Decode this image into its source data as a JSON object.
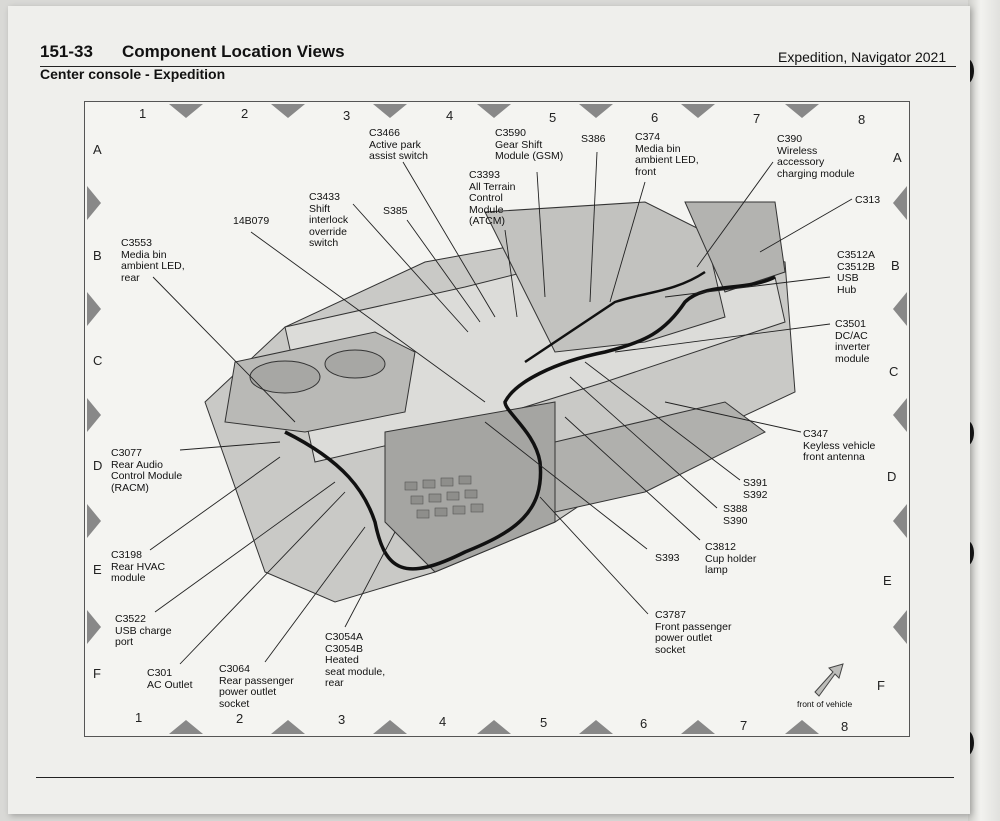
{
  "header": {
    "section_number": "151-33",
    "section_title": "Component Location Views",
    "vehicle": "Expedition, Navigator 2021",
    "subtitle": "Center console - Expedition"
  },
  "grid": {
    "columns": [
      "1",
      "2",
      "3",
      "4",
      "5",
      "6",
      "7",
      "8"
    ],
    "rows": [
      "A",
      "B",
      "C",
      "D",
      "E",
      "F"
    ]
  },
  "callouts": [
    {
      "id": "c3466",
      "lines": [
        "C3466",
        "Active park",
        "assist switch"
      ]
    },
    {
      "id": "c3590",
      "lines": [
        "C3590",
        "Gear Shift",
        "Module (GSM)"
      ]
    },
    {
      "id": "s386",
      "lines": [
        "S386"
      ]
    },
    {
      "id": "c374",
      "lines": [
        "C374",
        "Media bin",
        "ambient LED,",
        "front"
      ]
    },
    {
      "id": "c390",
      "lines": [
        "C390",
        "Wireless",
        "accessory",
        "charging module"
      ]
    },
    {
      "id": "c3393",
      "lines": [
        "C3393",
        "All Terrain",
        "Control",
        "Module",
        "(ATCM)"
      ]
    },
    {
      "id": "c3433",
      "lines": [
        "C3433",
        "Shift",
        "interlock",
        "override",
        "switch"
      ]
    },
    {
      "id": "s385",
      "lines": [
        "S385"
      ]
    },
    {
      "id": "c313",
      "lines": [
        "C313"
      ]
    },
    {
      "id": "w14b079",
      "lines": [
        "14B079"
      ]
    },
    {
      "id": "c3553",
      "lines": [
        "C3553",
        "Media bin",
        "ambient LED,",
        "rear"
      ]
    },
    {
      "id": "c3512",
      "lines": [
        "C3512A",
        "C3512B",
        "USB",
        "Hub"
      ]
    },
    {
      "id": "c3501",
      "lines": [
        "C3501",
        "DC/AC",
        "inverter",
        "module"
      ]
    },
    {
      "id": "c347",
      "lines": [
        "C347",
        "Keyless vehicle",
        "front antenna"
      ]
    },
    {
      "id": "c3077",
      "lines": [
        "C3077",
        "Rear Audio",
        "Control Module",
        "(RACM)"
      ]
    },
    {
      "id": "s391",
      "lines": [
        "S391",
        "S392"
      ]
    },
    {
      "id": "s388",
      "lines": [
        "S388",
        "S390"
      ]
    },
    {
      "id": "c3198",
      "lines": [
        "C3198",
        "Rear HVAC",
        "module"
      ]
    },
    {
      "id": "c3812",
      "lines": [
        "C3812",
        "Cup holder",
        "lamp"
      ]
    },
    {
      "id": "s393",
      "lines": [
        "S393"
      ]
    },
    {
      "id": "c3522",
      "lines": [
        "C3522",
        "USB charge",
        "port"
      ]
    },
    {
      "id": "c3787",
      "lines": [
        "C3787",
        "Front passenger",
        "power outlet",
        "socket"
      ]
    },
    {
      "id": "c3054",
      "lines": [
        "C3054A",
        "C3054B",
        "Heated",
        "seat module,",
        "rear"
      ]
    },
    {
      "id": "c301",
      "lines": [
        "C301",
        "AC Outlet"
      ]
    },
    {
      "id": "c3064",
      "lines": [
        "C3064",
        "Rear passenger",
        "power outlet",
        "socket"
      ]
    }
  ],
  "front_of_vehicle": "front of vehicle"
}
